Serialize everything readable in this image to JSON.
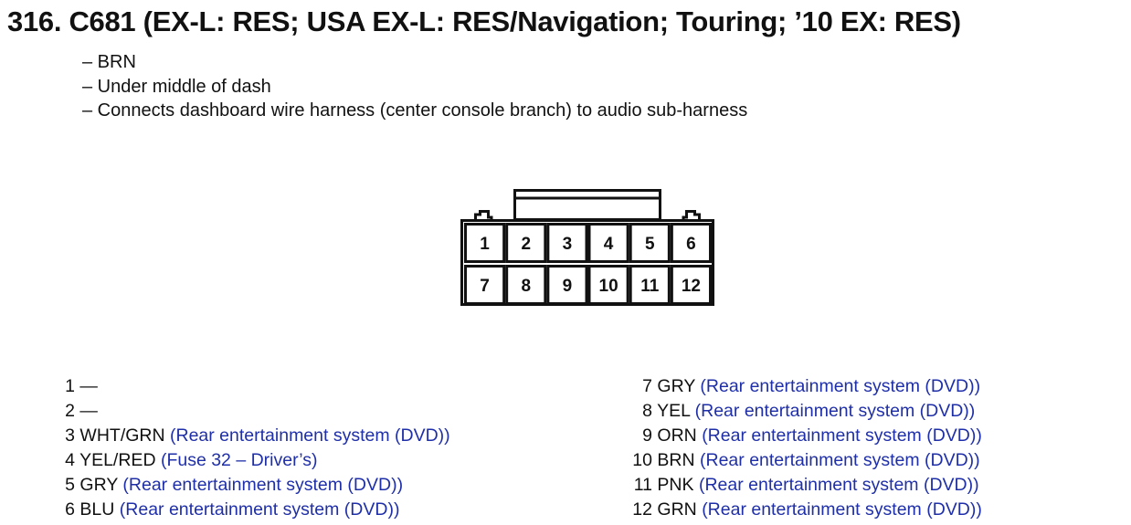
{
  "title": "316. C681 (EX-L: RES; USA EX-L: RES/Navigation; Touring; ’10 EX: RES)",
  "notes": [
    "– BRN",
    "– Under middle of dash",
    "– Connects dashboard wire harness (center console branch) to audio sub-harness"
  ],
  "connector": {
    "row1": [
      "1",
      "2",
      "3",
      "4",
      "5",
      "6"
    ],
    "row2": [
      "7",
      "8",
      "9",
      "10",
      "11",
      "12"
    ]
  },
  "pins_left": [
    {
      "num": "1",
      "wire": "—",
      "desc": ""
    },
    {
      "num": "2",
      "wire": "—",
      "desc": ""
    },
    {
      "num": "3",
      "wire": "WHT/GRN",
      "desc": "(Rear entertainment system (DVD))"
    },
    {
      "num": "4",
      "wire": "YEL/RED",
      "desc": "(Fuse 32 – Driver’s)"
    },
    {
      "num": "5",
      "wire": "GRY",
      "desc": "(Rear entertainment system (DVD))"
    },
    {
      "num": "6",
      "wire": "BLU",
      "desc": "(Rear entertainment system (DVD))"
    }
  ],
  "pins_right": [
    {
      "num": "7",
      "wire": "GRY",
      "desc": "(Rear entertainment system (DVD))"
    },
    {
      "num": "8",
      "wire": "YEL",
      "desc": "(Rear entertainment system (DVD))"
    },
    {
      "num": "9",
      "wire": "ORN",
      "desc": "(Rear entertainment system (DVD))"
    },
    {
      "num": "10",
      "wire": "BRN",
      "desc": "(Rear entertainment system (DVD))"
    },
    {
      "num": "11",
      "wire": "PNK",
      "desc": "(Rear entertainment system (DVD))"
    },
    {
      "num": "12",
      "wire": "GRN",
      "desc": "(Rear entertainment system (DVD))"
    }
  ],
  "colors": {
    "text": "#111111",
    "link": "#1f2fa8"
  }
}
